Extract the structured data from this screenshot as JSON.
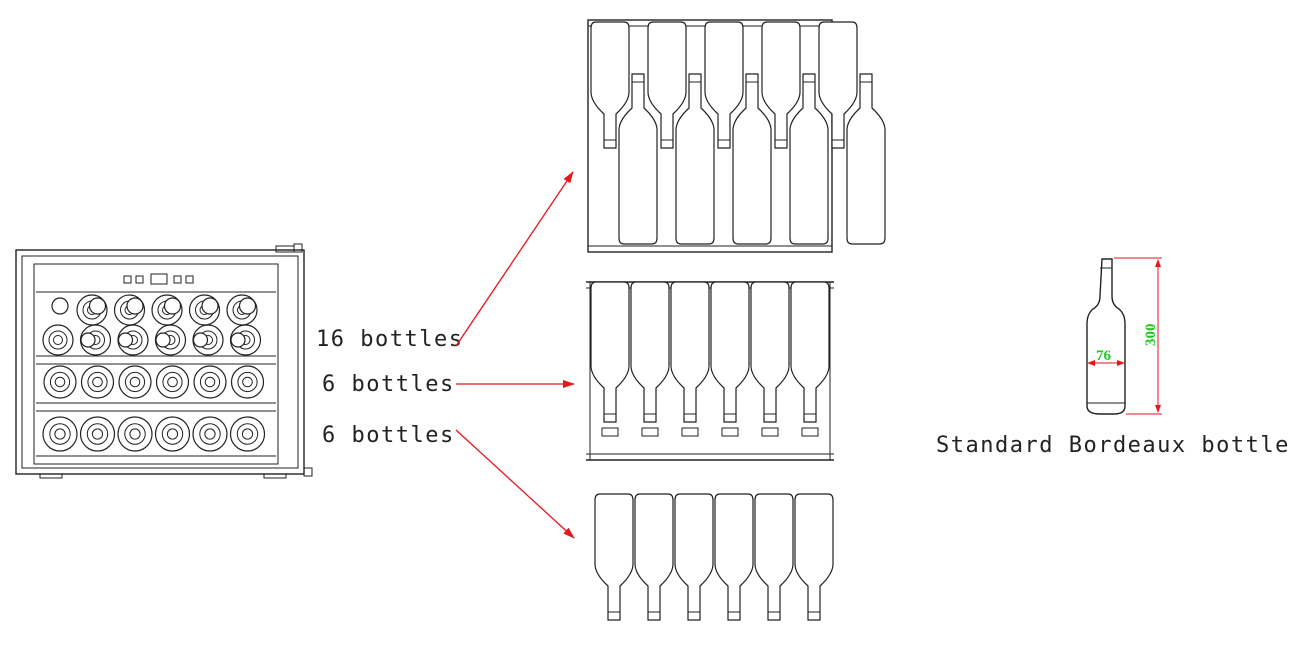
{
  "labels": {
    "upper_shelf": "16 bottles",
    "middle_shelf": "6 bottles",
    "lower_shelf": "6 bottles",
    "bottle_caption": "Standard Bordeaux bottle"
  },
  "dimensions": {
    "diameter": "76",
    "height": "300"
  },
  "colors": {
    "line": "#222222",
    "arrow": "#e8161b",
    "dimension_text": "#22c81e",
    "dimension_line": "#e8161b"
  },
  "icons": {
    "cooler": "wine-cooler-front-icon",
    "bottle": "bordeaux-bottle-icon"
  }
}
